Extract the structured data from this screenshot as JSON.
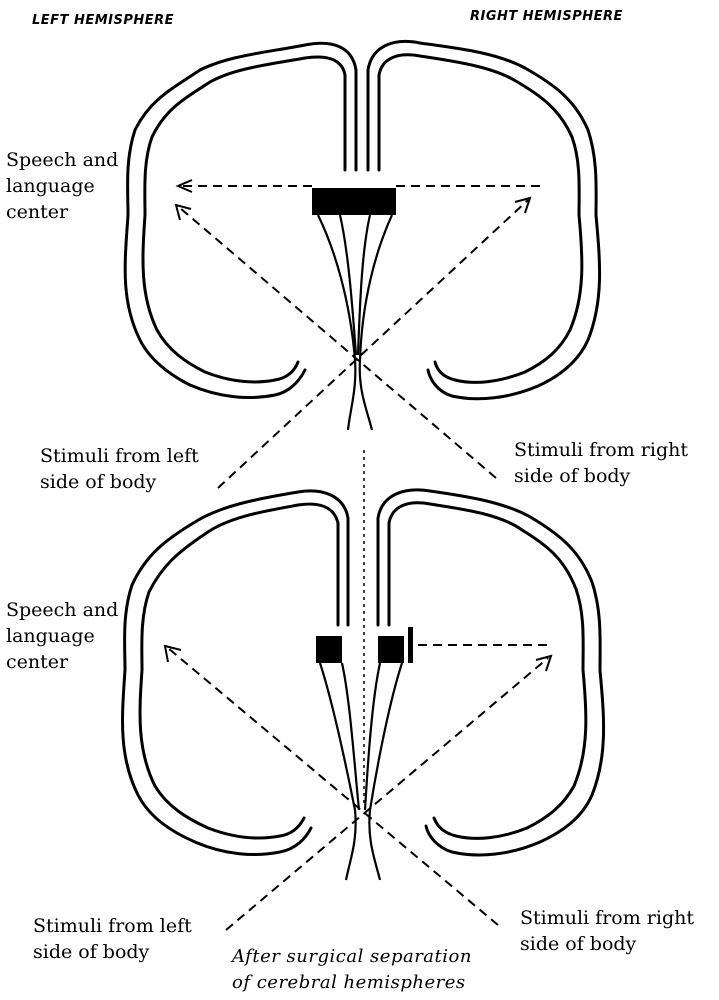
{
  "headers": {
    "left": "LEFT HEMISPHERE",
    "right": "RIGHT HEMISPHERE"
  },
  "top": {
    "speech": [
      "Speech and",
      "language",
      "center"
    ],
    "stim_left": [
      "Stimuli from left",
      "side of body"
    ],
    "stim_right": [
      "Stimuli from right",
      "side of body"
    ]
  },
  "bottom": {
    "speech": [
      "Speech and",
      "language",
      "center"
    ],
    "stim_left": [
      "Stimuli from left",
      "side of body"
    ],
    "stim_right": [
      "Stimuli from right",
      "side of body"
    ],
    "caption": [
      "After surgical separation",
      "of cerebral hemispheres"
    ]
  }
}
